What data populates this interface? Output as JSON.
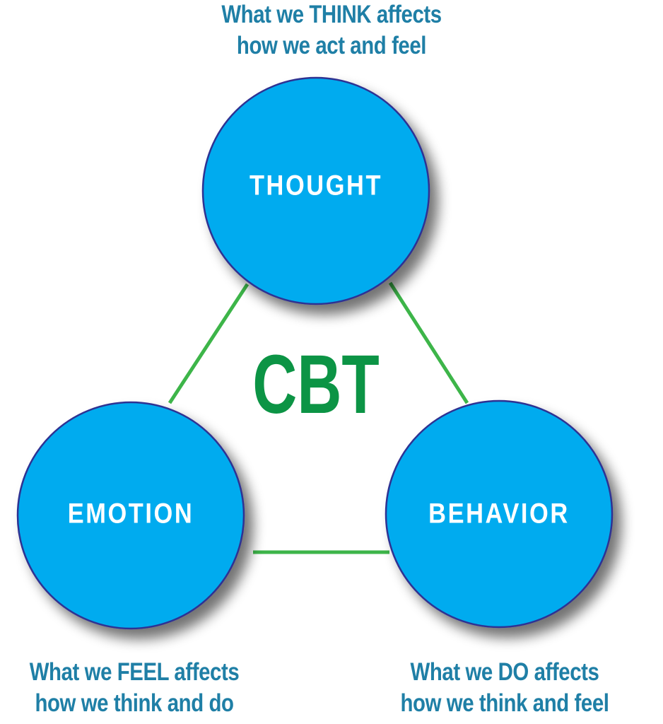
{
  "diagram": {
    "center_label": "CBT",
    "nodes": {
      "thought": {
        "label": "THOUGHT"
      },
      "emotion": {
        "label": "EMOTION"
      },
      "behavior": {
        "label": "BEHAVIOR"
      }
    },
    "captions": {
      "thought": {
        "line1": "What we THINK affects",
        "line2": "how we act and feel"
      },
      "emotion": {
        "line1": "What we FEEL affects",
        "line2": "how we think and do"
      },
      "behavior": {
        "line1": "What we DO affects",
        "line2": "how we think and feel"
      }
    }
  },
  "colors": {
    "circle_fill": "#00abef",
    "circle_stroke": "#2e3192",
    "connector": "#3db549",
    "center_text": "#0c9445",
    "caption_text": "#1f7fa6"
  }
}
